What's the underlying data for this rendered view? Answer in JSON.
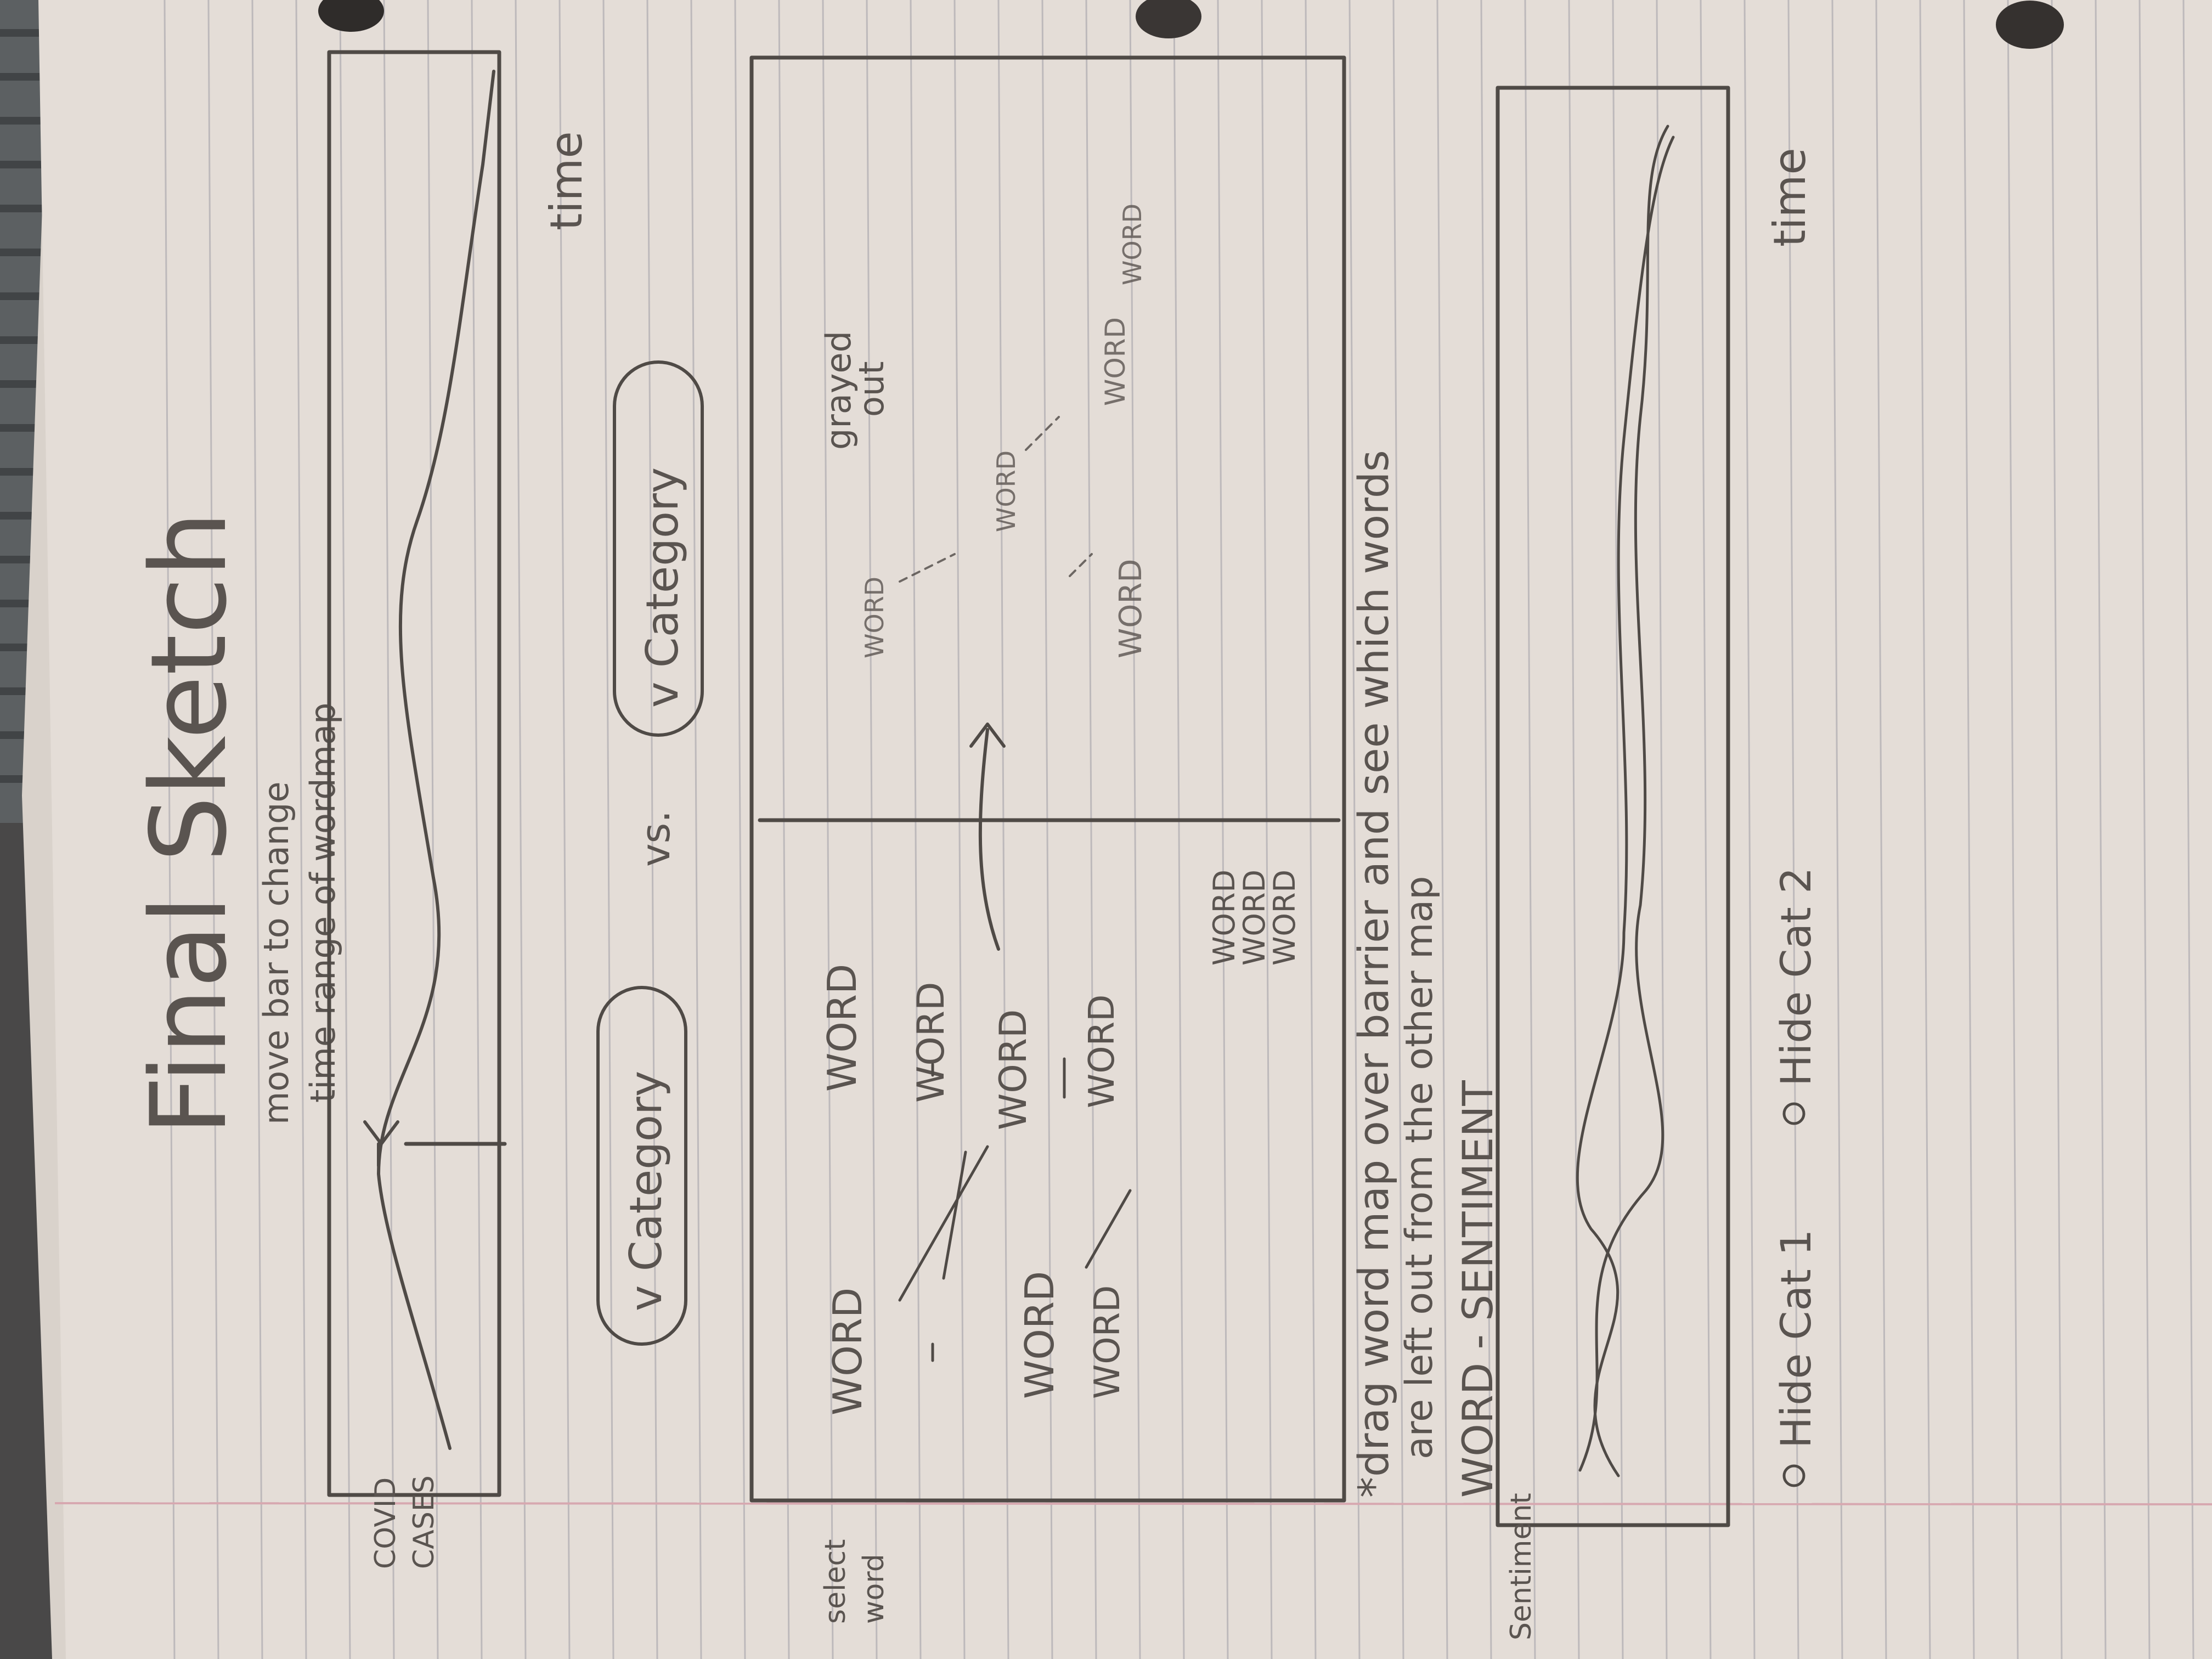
{
  "sketch": {
    "title": "Final Sketch",
    "timeline_top": {
      "y_label_line1": "COVID",
      "y_label_line2": "CASES",
      "x_label": "time",
      "note_line1": "move bar to change",
      "note_line2": "time range of wordmap"
    },
    "dropdowns": {
      "left": "v Category",
      "separator": "vs.",
      "right": "v Category"
    },
    "word_map": {
      "select_note_line1": "select",
      "select_note_line2": "word",
      "word": "WORD",
      "grayed_note_line1": "grayed",
      "grayed_note_line2": "out"
    },
    "notes": {
      "line1": "*drag word map over barrier and see which words",
      "line2": "are left out from the other map",
      "line3": "WORD - SENTIMENT"
    },
    "sentiment_chart": {
      "y_label": "Sentiment",
      "x_label": "time",
      "option1": "Hide Cat 1",
      "option2": "Hide Cat 2"
    }
  },
  "colors": {
    "paper": "#e4ddd7",
    "ink": "#4f4a46",
    "rule": "#b9b5b8",
    "margin_line": "#d7a8b0",
    "background": "#4a4a4a"
  }
}
